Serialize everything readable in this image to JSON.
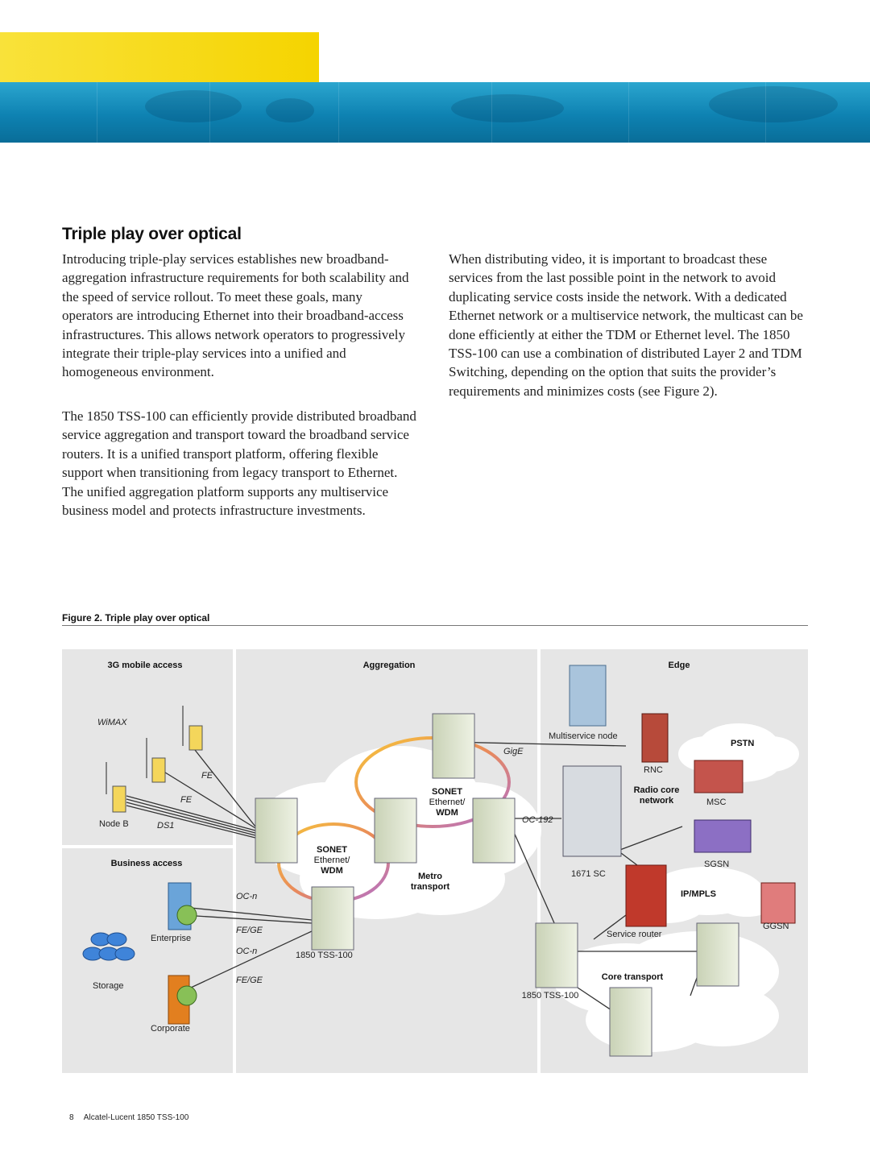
{
  "section_title": "Triple play over optical",
  "paragraphs_left": [
    "Introducing triple-play services establishes new broadband-aggregation infrastructure requirements for both scalability and the speed of service rollout. To meet these goals, many operators are introducing Ethernet into their broadband-access infrastructures. This allows network operators to progressively integrate their triple-play services into a unified and homogeneous environment.",
    "The 1850 TSS-100 can efficiently provide distributed broadband service aggregation and transport toward the broadband service routers. It is a unified transport platform, offering flexible support when transitioning from legacy transport to Ethernet. The unified aggregation platform supports any multiservice business model and protects infrastructure investments."
  ],
  "paragraphs_right": [
    "When distributing video, it is important to broadcast these services from the last possible point in the network to avoid duplicating service costs inside the network. With a dedicated Ethernet network or a multiservice network, the multicast can be done efficiently at either the TDM or Ethernet level. The 1850 TSS-100 can use a combination of distributed Layer 2 and TDM Switching, depending on the option that suits the provider’s requirements and minimizes costs (see Figure 2)."
  ],
  "figure": {
    "caption": "Figure 2. Triple play over optical",
    "panels": {
      "mobile": "3G mobile access",
      "business": "Business access",
      "aggregation": "Aggregation",
      "edge": "Edge"
    },
    "labels": {
      "wimax": "WiMAX",
      "fe_1": "FE",
      "fe_2": "FE",
      "node_b": "Node B",
      "ds1": "DS1",
      "ocn_1": "OC-n",
      "fege_1": "FE/GE",
      "ocn_2": "OC-n",
      "fege_2": "FE/GE",
      "enterprise": "Enterprise",
      "storage": "Storage",
      "corporate": "Corporate",
      "tss_left": "1850 TSS-100",
      "ring1_l1": "SONET",
      "ring1_l2": "Ethernet/",
      "ring1_l3": "WDM",
      "ring2_l1": "SONET",
      "ring2_l2": "Ethernet/",
      "ring2_l3": "WDM",
      "metro_1": "Metro",
      "metro_2": "transport",
      "gige": "GigE",
      "oc192": "OC-192",
      "multiservice": "Multiservice node",
      "sc1671": "1671 SC",
      "rnc": "RNC",
      "radio_1": "Radio core",
      "radio_2": "network",
      "msc": "MSC",
      "pstn": "PSTN",
      "sgsn": "SGSN",
      "ipmpls": "IP/MPLS",
      "ggsn": "GGSN",
      "service_router": "Service router",
      "core_transport": "Core transport",
      "tss_right": "1850 TSS-100"
    }
  },
  "footer": {
    "page_number": "8",
    "title": "Alcatel-Lucent 1850 TSS-100"
  },
  "colors": {
    "banner_yellow": "#f5d400",
    "banner_blue": "#0e82b2",
    "panel_grey": "#e6e6e6",
    "ring_gradient": [
      "#f7c63a",
      "#b06fd0"
    ],
    "router_red": "#c0392b"
  }
}
